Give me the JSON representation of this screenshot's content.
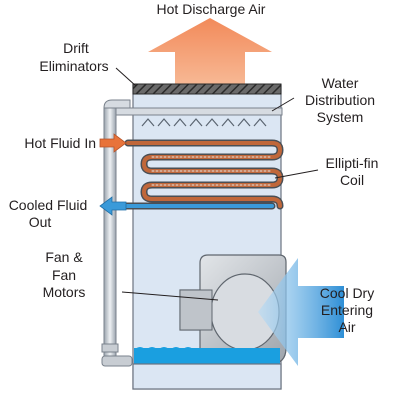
{
  "labels": {
    "hot_discharge_air": "Hot Discharge Air",
    "drift_eliminators": [
      "Drift",
      "Eliminators"
    ],
    "water_distribution": [
      "Water",
      "Distribution",
      "System"
    ],
    "hot_fluid_in": "Hot Fluid In",
    "elliptifin_coil": [
      "Ellipti-fin",
      "Coil"
    ],
    "cooled_fluid_out": [
      "Cooled Fluid",
      "Out"
    ],
    "fan_motors": [
      "Fan &",
      "Fan",
      "Motors"
    ],
    "cool_dry_air": [
      "Cool Dry",
      "Entering",
      "Air"
    ]
  },
  "colors": {
    "hot_air_arrow": "#f5a27a",
    "hot_fluid_arrow": "#e8733a",
    "cool_fluid_arrow": "#3a9ad9",
    "cool_air_arrow": "#5ab0e6",
    "tower_fill": "#dbe6f3",
    "basin_water": "#1a9fe0",
    "coil_tube": "#c0673a"
  }
}
